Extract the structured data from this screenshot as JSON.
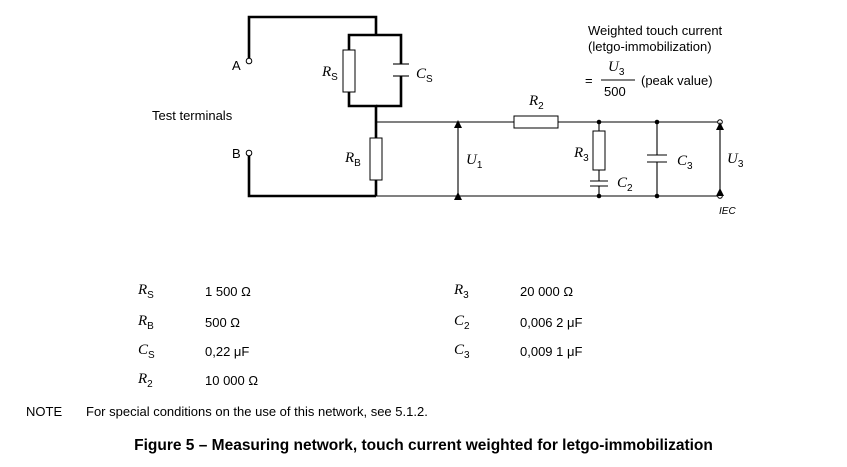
{
  "diagram": {
    "terminal_a": "A",
    "terminal_b": "B",
    "test_terminals": "Test terminals",
    "labels": {
      "rs": {
        "sym": "R",
        "sub": "S"
      },
      "cs": {
        "sym": "C",
        "sub": "S"
      },
      "rb": {
        "sym": "R",
        "sub": "B"
      },
      "r2": {
        "sym": "R",
        "sub": "2"
      },
      "r3": {
        "sym": "R",
        "sub": "3"
      },
      "c2": {
        "sym": "C",
        "sub": "2"
      },
      "c3": {
        "sym": "C",
        "sub": "3"
      },
      "u1": {
        "sym": "U",
        "sub": "1"
      },
      "u3": {
        "sym": "U",
        "sub": "3"
      }
    },
    "weighted_title_line1": "Weighted touch current",
    "weighted_title_line2": "(letgo-immobilization)",
    "equals": "=",
    "fraction_num": {
      "sym": "U",
      "sub": "3"
    },
    "fraction_den": "500",
    "peak_value": "(peak value)",
    "iec_mark": "IEC"
  },
  "components": [
    {
      "sym": "R",
      "sub": "S",
      "value": "1 500 Ω"
    },
    {
      "sym": "R",
      "sub": "B",
      "value": "500 Ω"
    },
    {
      "sym": "C",
      "sub": "S",
      "value": "0,22 μF"
    },
    {
      "sym": "R",
      "sub": "2",
      "value": "10 000 Ω"
    },
    {
      "sym": "R",
      "sub": "3",
      "value": "20 000 Ω"
    },
    {
      "sym": "C",
      "sub": "2",
      "value": "0,006 2 μF"
    },
    {
      "sym": "C",
      "sub": "3",
      "value": "0,009 1 μF"
    }
  ],
  "note": {
    "label": "NOTE",
    "text": "For special conditions on the use of this network, see 5.1.2."
  },
  "caption": "Figure 5 – Measuring network, touch current weighted for letgo-immobilization"
}
